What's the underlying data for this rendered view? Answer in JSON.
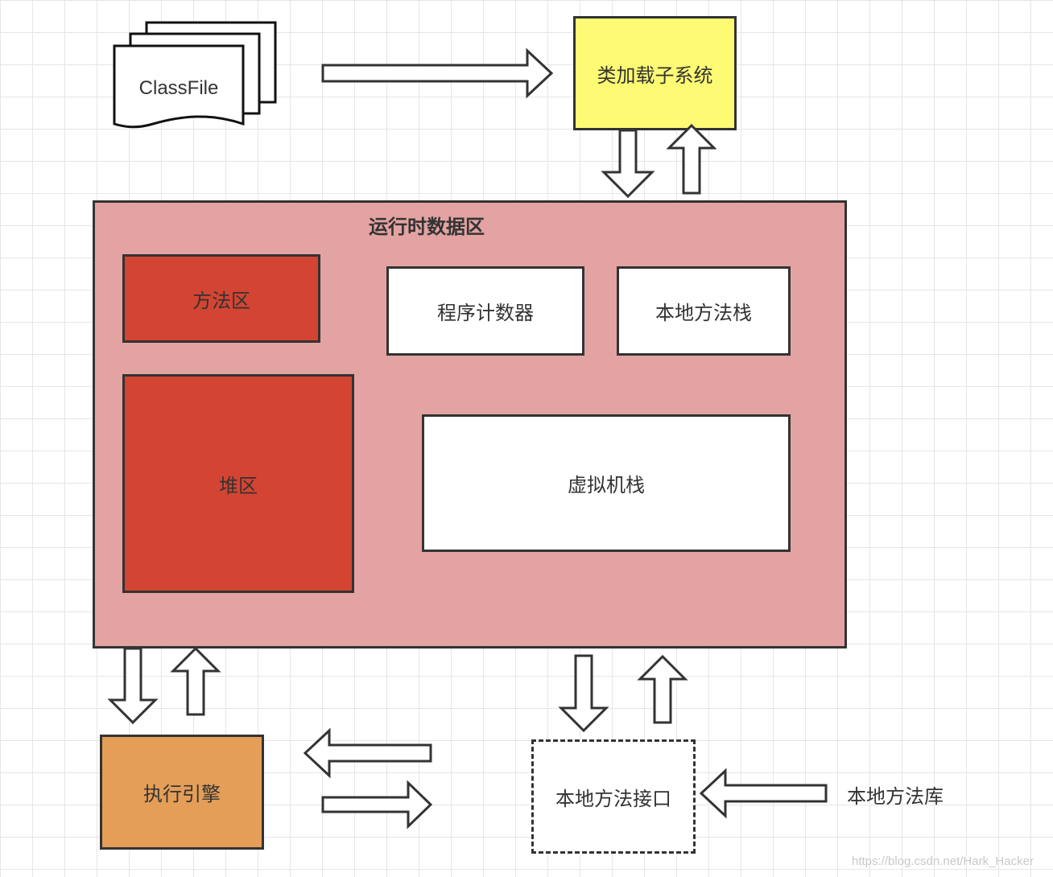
{
  "diagram": {
    "classfile": {
      "label": "ClassFile"
    },
    "class_loader": {
      "label": "类加载子系统",
      "fill": "#fdfa73"
    },
    "runtime_area": {
      "title": "运行时数据区",
      "fill": "#e3a3a2",
      "method_area": {
        "label": "方法区",
        "fill": "#d44432"
      },
      "heap": {
        "label": "堆区",
        "fill": "#d44432"
      },
      "pc_register": {
        "label": "程序计数器",
        "fill": "#ffffff"
      },
      "native_stack": {
        "label": "本地方法栈",
        "fill": "#ffffff"
      },
      "vm_stack": {
        "label": "虚拟机栈",
        "fill": "#ffffff"
      }
    },
    "execution_engine": {
      "label": "执行引擎",
      "fill": "#e49e57"
    },
    "native_interface": {
      "label": "本地方法接口"
    },
    "native_library": {
      "label": "本地方法库"
    }
  },
  "watermark": "https://blog.csdn.net/Hark_Hacker"
}
